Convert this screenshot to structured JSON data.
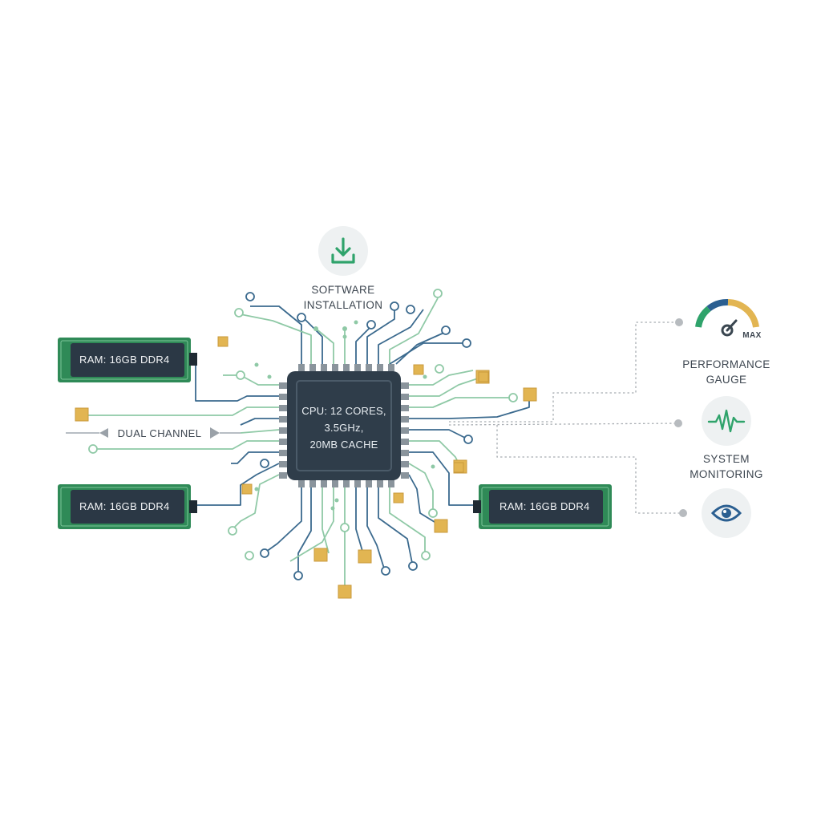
{
  "software": {
    "label_line1": "SOFTWARE",
    "label_line2": "INSTALLATION",
    "icon": "download-icon"
  },
  "cpu": {
    "line1": "CPU: 12 CORES,",
    "line2": "3.5GHz,",
    "line3": "20MB CACHE"
  },
  "ram_modules": [
    {
      "label": "RAM: 16GB DDR4"
    },
    {
      "label": "RAM: 16GB DDR4"
    },
    {
      "label": "RAM: 16GB DDR4"
    }
  ],
  "dual_channel": {
    "label": "DUAL CHANNEL"
  },
  "monitors": {
    "gauge": {
      "label_line1": "PERFORMANCE",
      "label_line2": "GAUGE",
      "max_label": "MAX",
      "icon": "gauge-icon"
    },
    "pulse": {
      "label_line1": "SYSTEM",
      "label_line2": "MONITORING",
      "icon": "pulse-icon"
    },
    "eye": {
      "icon": "eye-icon"
    }
  },
  "colors": {
    "cpu": "#2f3d4a",
    "trace_blue": "#3b6a8e",
    "trace_green": "#8fc9a6",
    "pad_gold": "#e2b552",
    "ram_board": "#2f8a57",
    "ram_chip": "#2b3845",
    "icon_green": "#2fa36b",
    "gauge_green": "#2fa36b",
    "gauge_blue": "#2b5f91",
    "gauge_gold": "#e2b552"
  }
}
